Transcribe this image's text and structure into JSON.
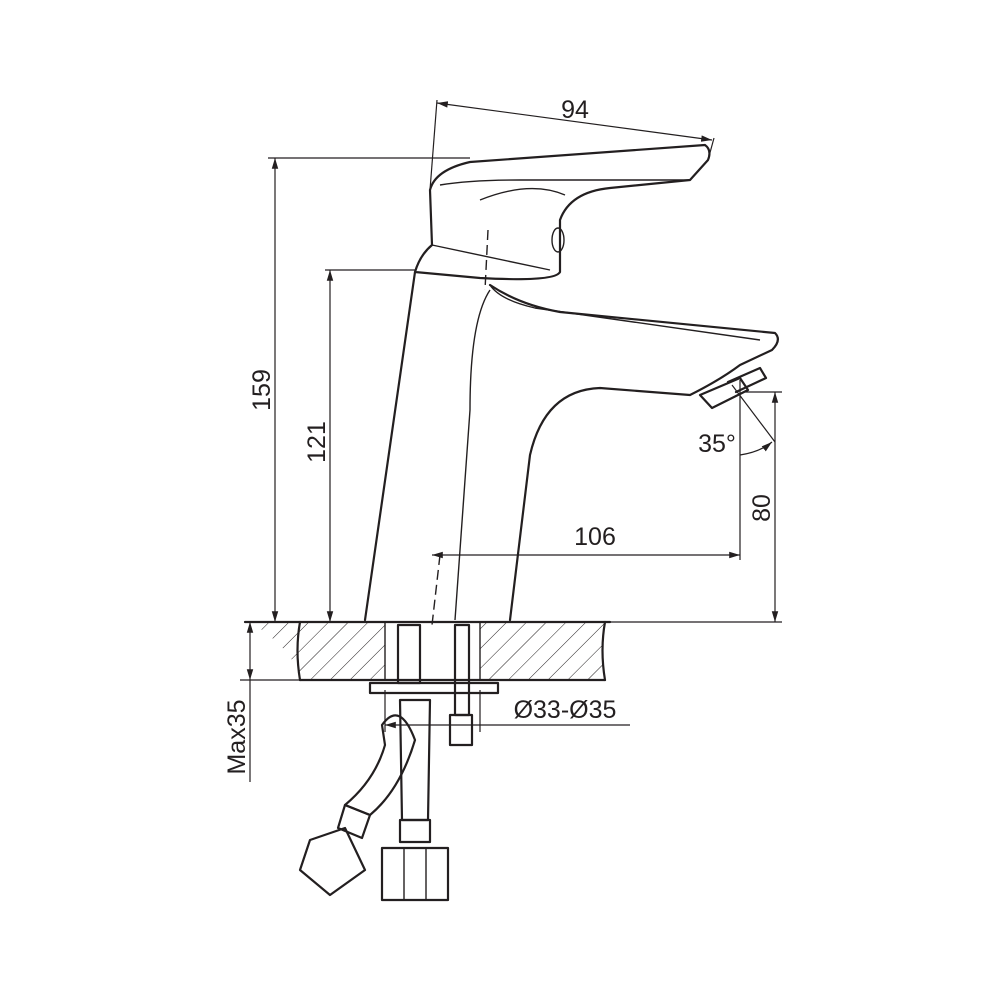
{
  "drawing": {
    "title": "Basin mixer tap dimension drawing",
    "dimensions": {
      "handle_length": "94",
      "total_height": "159",
      "body_height": "121",
      "spout_angle": "35°",
      "spout_clearance": "80",
      "spout_reach": "106",
      "hole_diameter": "Ø33-Ø35",
      "max_countertop": "Max35"
    }
  }
}
